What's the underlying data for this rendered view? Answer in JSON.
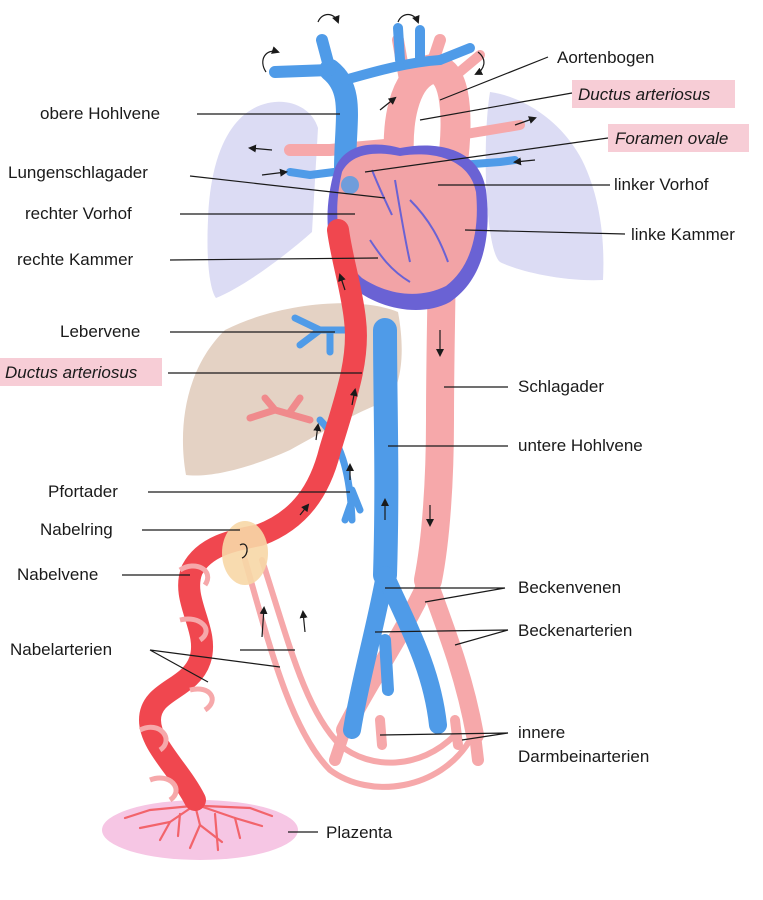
{
  "colors": {
    "oxygenated_blood": "#f08a8c",
    "mixed_blood": "#f0474f",
    "venous_blood": "#4f9be8",
    "heart_chamber": "#f2a3a6",
    "heart_outline": "#6a62d4",
    "lungs": "#dcdcf4",
    "liver": "#e4d2c4",
    "placenta": "#f6c6e4",
    "umbilical_ring": "#f7d7a6",
    "highlight_box": "#f7cdd6"
  },
  "labels": {
    "aortic_arch": "Aortenbogen",
    "ductus_arteriosus_top": "Ductus arteriosus",
    "superior_vena_cava": "obere Hohlvene",
    "foramen_ovale": "Foramen ovale",
    "pulmonary_artery": "Lungenschlagader",
    "left_atrium": "linker Vorhof",
    "right_atrium": "rechter Vorhof",
    "left_ventricle": "linke Kammer",
    "right_ventricle": "rechte Kammer",
    "hepatic_vein": "Lebervene",
    "ductus_mid": "Ductus arteriosus",
    "aorta": "Schlagader",
    "inferior_vena_cava": "untere Hohlvene",
    "portal_vein": "Pfortader",
    "umbilical_ring": "Nabelring",
    "umbilical_vein": "Nabelvene",
    "pelvic_veins": "Beckenvenen",
    "umbilical_arteries": "Nabelarterien",
    "pelvic_arteries": "Beckenarterien",
    "internal_iliac_line1": "innere",
    "internal_iliac_line2": "Darmbeinarterien",
    "placenta": "Plazenta"
  }
}
